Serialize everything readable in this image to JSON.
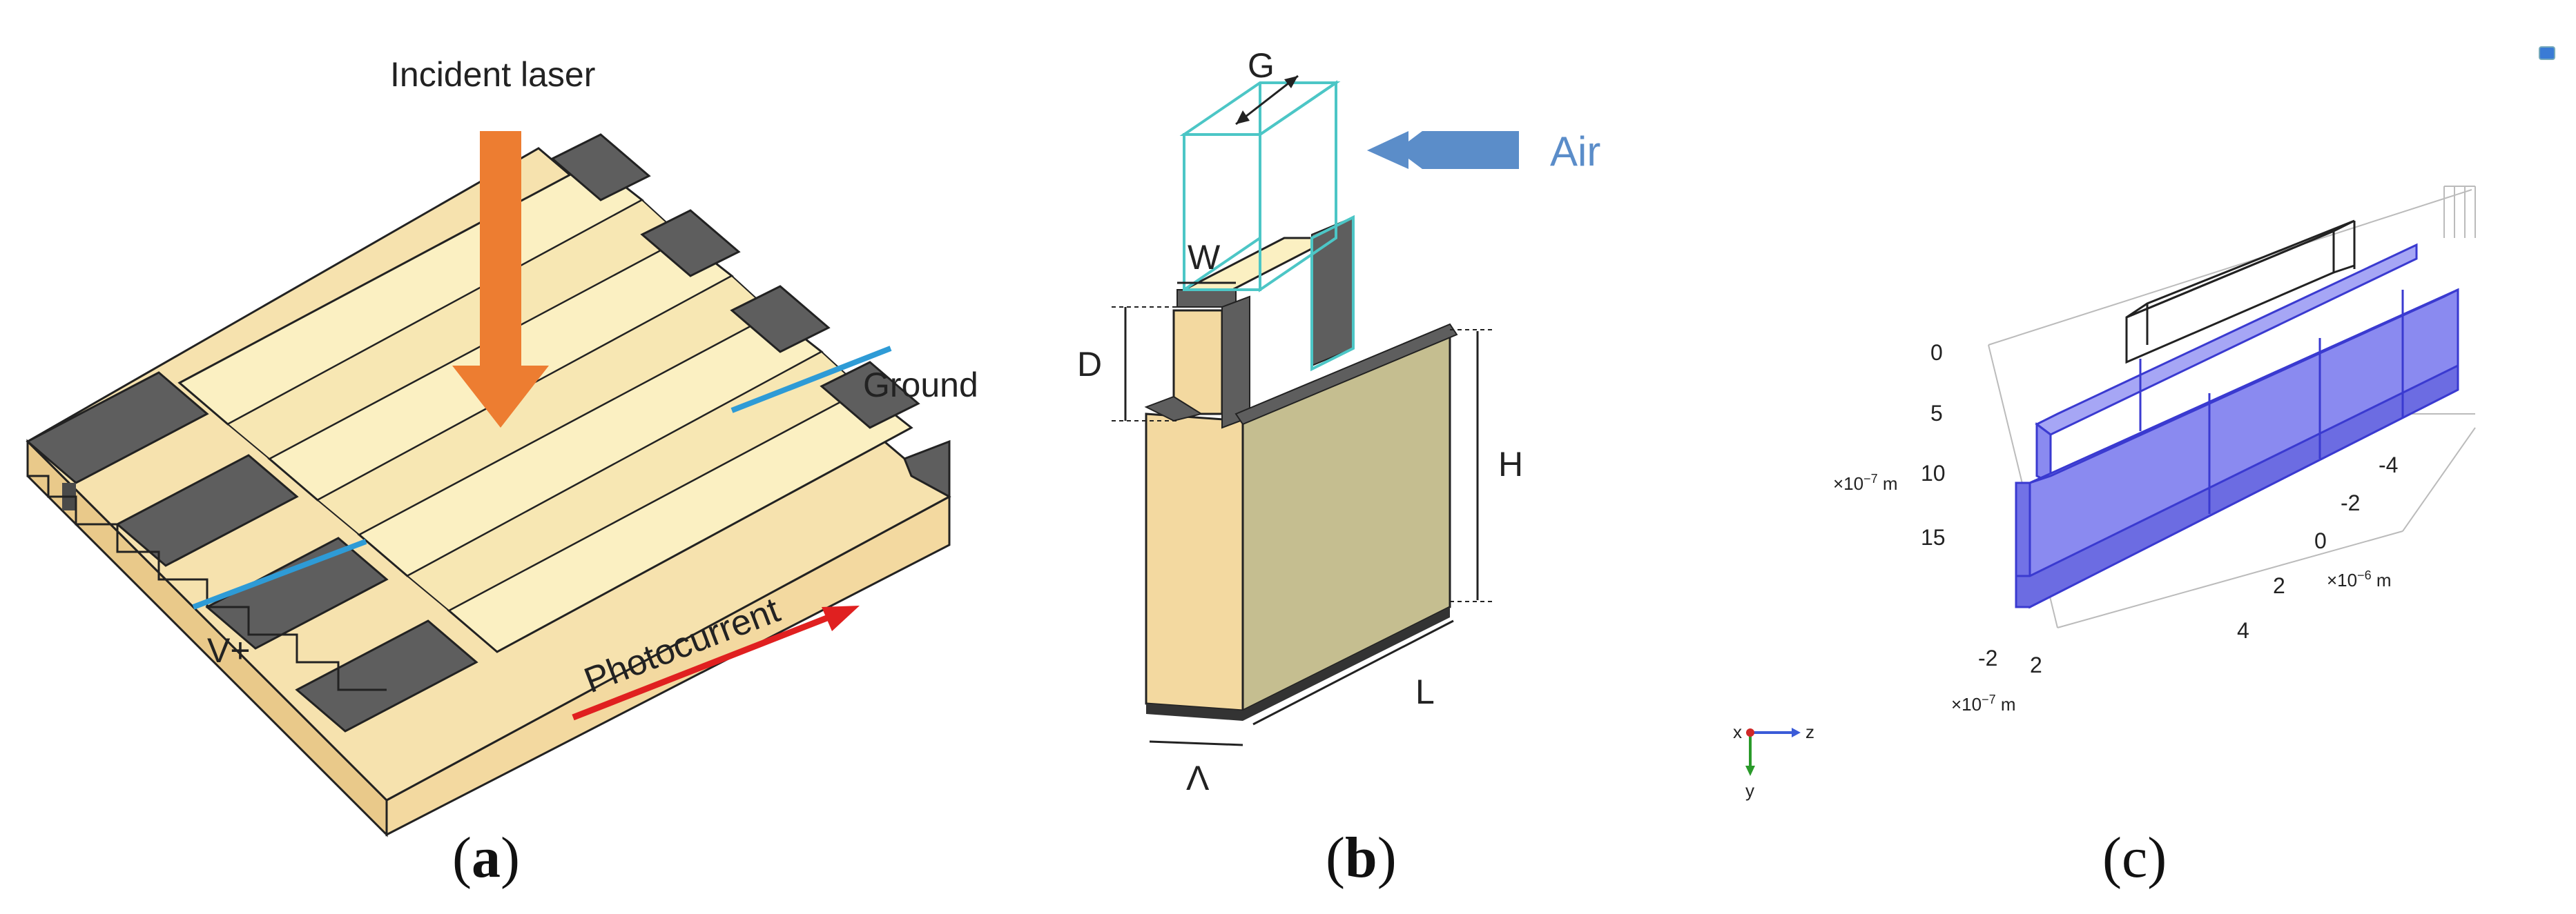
{
  "panel_a": {
    "incident_laser": "Incident laser",
    "ground": "Ground",
    "v_plus": "V+",
    "photocurrent": "Photocurrent",
    "caption_open": "(",
    "caption_letter": "a",
    "caption_close": ")"
  },
  "panel_b": {
    "G": "G",
    "air": "Air",
    "W": "W",
    "D": "D",
    "H": "H",
    "L": "L",
    "lambda": "Λ",
    "caption_open": "(",
    "caption_letter": "b",
    "caption_close": ")"
  },
  "panel_c": {
    "y_ticks": [
      "0",
      "5",
      "10",
      "15"
    ],
    "y_unit_base": "×10",
    "y_unit_exp": "−7",
    "y_unit_suffix": " m",
    "z_ticks": [
      "-4",
      "-2",
      "0",
      "2",
      "4"
    ],
    "z_unit_base": "×10",
    "z_unit_exp": "−6",
    "z_unit_suffix": " m",
    "x_ticks": [
      "-2",
      "2"
    ],
    "x_unit_base": "×10",
    "x_unit_exp": "−7",
    "x_unit_suffix": " m",
    "triad_x": "x",
    "triad_y": "y",
    "triad_z": "z",
    "caption": "(c)"
  },
  "colors": {
    "cream": "#FBF0C2",
    "tan": "#F3D9A0",
    "dark_gray": "#5E5E5E",
    "orange_arrow": "#ED7D31",
    "blue_line": "#2E9BD6",
    "red_arrow": "#E02020",
    "cyan_box": "#4CC6C6",
    "air_arrow": "#5B8DC9",
    "purple_block": "#8A8AF0"
  }
}
